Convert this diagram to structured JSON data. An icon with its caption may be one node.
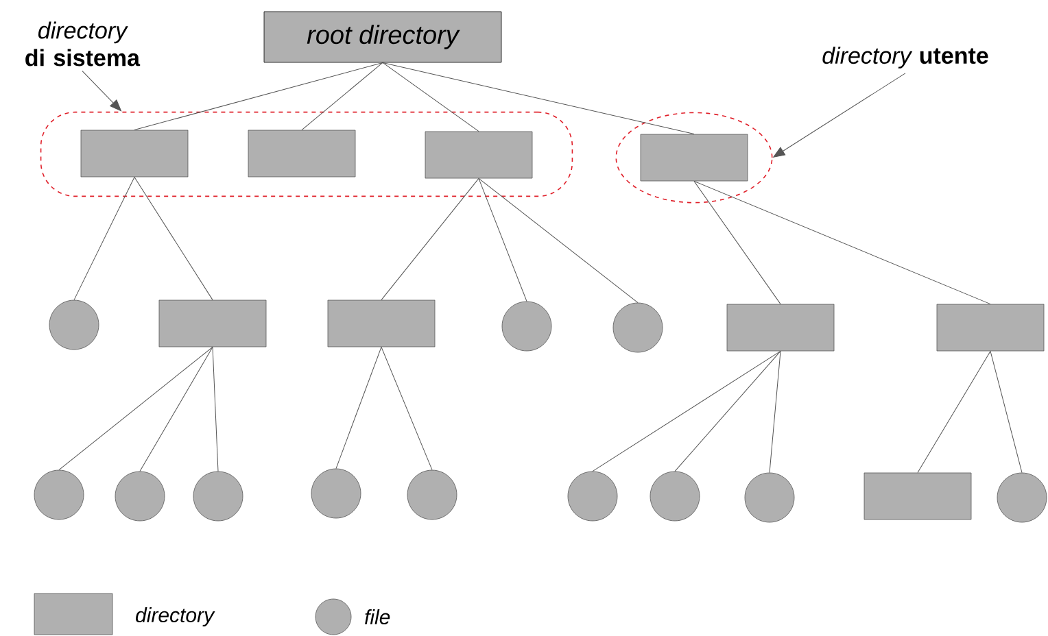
{
  "diagram": {
    "nodes": [
      {
        "text": [
          "*directory* **di sistema**"
        ]
      },
      {
        "text": [
          "root directory"
        ]
      },
      {
        "text": [
          "*directory* **utente**"
        ]
      },
      {
        "text": [],
        "shape": "box"
      },
      {
        "text": [],
        "shape": "box",
        "in": 3
      },
      {
        "text": [],
        "shape": "box",
        "in": 3
      },
      {
        "text": [],
        "shape": "box",
        "in": 3
      },
      {
        "text": [],
        "shape": "ellipse"
      },
      {
        "text": [],
        "shape": "box",
        "in": 7
      },
      {
        "text": [],
        "shape": "circle"
      },
      {
        "text": [],
        "shape": "box"
      },
      {
        "text": [],
        "shape": "box"
      },
      {
        "text": [],
        "shape": "circle"
      },
      {
        "text": [],
        "shape": "circle"
      },
      {
        "text": [],
        "shape": "box"
      },
      {
        "text": [],
        "shape": "box"
      },
      {
        "text": [],
        "shape": "circle"
      },
      {
        "text": [],
        "shape": "circle"
      },
      {
        "text": [],
        "shape": "circle"
      },
      {
        "text": [],
        "shape": "circle"
      },
      {
        "text": [],
        "shape": "circle"
      },
      {
        "text": [],
        "shape": "circle"
      },
      {
        "text": [],
        "shape": "circle"
      },
      {
        "text": [],
        "shape": "circle"
      },
      {
        "text": [],
        "shape": "box"
      },
      {
        "text": [],
        "shape": "circle"
      }
    ],
    "edges": [
      {
        "from": 0,
        "to": 3,
        "arrow": "to"
      },
      {
        "from": 2,
        "to": 7,
        "arrow": "to"
      },
      {
        "from": 1,
        "to": 4,
        "arrow": "none"
      },
      {
        "from": 1,
        "to": 5,
        "arrow": "none"
      },
      {
        "from": 1,
        "to": 6,
        "arrow": "none"
      },
      {
        "from": 1,
        "to": 8,
        "arrow": "none"
      },
      {
        "from": 4,
        "to": 9,
        "arrow": "none"
      },
      {
        "from": 4,
        "to": 10,
        "arrow": "none"
      },
      {
        "from": 6,
        "to": 11,
        "arrow": "none"
      },
      {
        "from": 6,
        "to": 12,
        "arrow": "none"
      },
      {
        "from": 6,
        "to": 13,
        "arrow": "none"
      },
      {
        "from": 8,
        "to": 14,
        "arrow": "none"
      },
      {
        "from": 8,
        "to": 15,
        "arrow": "none"
      },
      {
        "from": 10,
        "to": 16,
        "arrow": "none"
      },
      {
        "from": 10,
        "to": 17,
        "arrow": "none"
      },
      {
        "from": 10,
        "to": 18,
        "arrow": "none"
      },
      {
        "from": 11,
        "to": 19,
        "arrow": "none"
      },
      {
        "from": 11,
        "to": 20,
        "arrow": "none"
      },
      {
        "from": 14,
        "to": 21,
        "arrow": "none"
      },
      {
        "from": 14,
        "to": 22,
        "arrow": "none"
      },
      {
        "from": 14,
        "to": 23,
        "arrow": "none"
      },
      {
        "from": 15,
        "to": 24,
        "arrow": "none"
      },
      {
        "from": 15,
        "to": 25,
        "arrow": "none"
      }
    ],
    "legend": [
      {
        "text": "directory"
      },
      {
        "text": "file"
      }
    ]
  }
}
